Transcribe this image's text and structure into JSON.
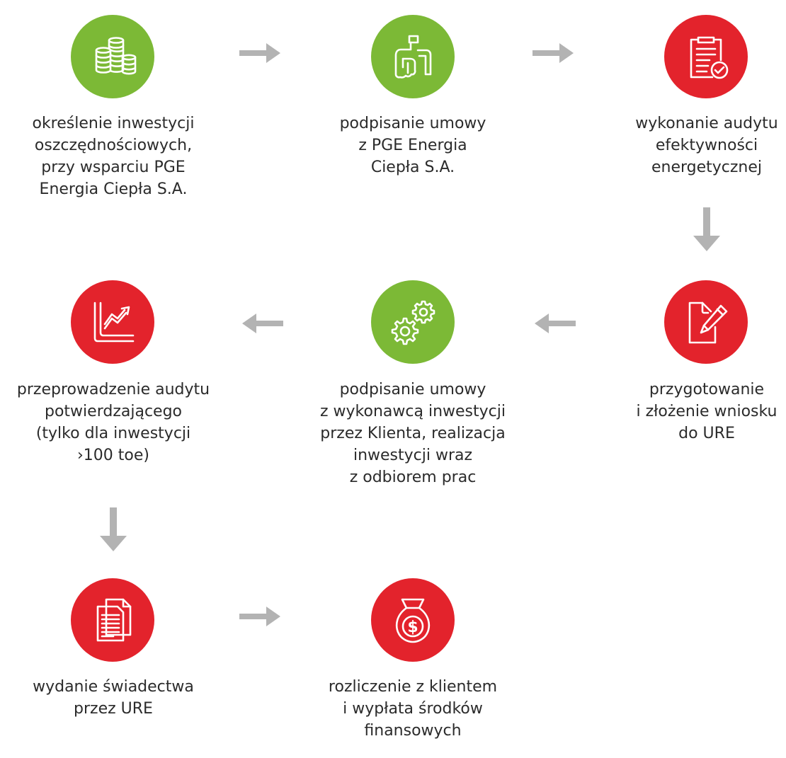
{
  "colors": {
    "green": "#7cb936",
    "red": "#e3232c",
    "arrow": "#b3b3b3",
    "text": "#2b2b2b"
  },
  "steps": [
    {
      "icon": "coins-icon",
      "color": "green",
      "lines": [
        "określenie inwestycji",
        "oszczędnościowych,",
        "przy wsparciu PGE",
        "Energia Ciepła S.A."
      ]
    },
    {
      "icon": "handshake-icon",
      "color": "green",
      "lines": [
        "podpisanie umowy",
        "z PGE Energia",
        "Ciepła S.A."
      ]
    },
    {
      "icon": "clipboard-check-icon",
      "color": "red",
      "lines": [
        "wykonanie audytu",
        "efektywności",
        "energetycznej"
      ]
    },
    {
      "icon": "document-pen-icon",
      "color": "red",
      "lines": [
        "przygotowanie",
        "i złożenie wniosku",
        "do URE"
      ]
    },
    {
      "icon": "gears-icon",
      "color": "green",
      "lines": [
        "podpisanie umowy",
        "z wykonawcą inwestycji",
        "przez Klienta, realizacja",
        "inwestycji wraz",
        "z odbiorem prac"
      ]
    },
    {
      "icon": "growth-chart-icon",
      "color": "red",
      "lines": [
        "przeprowadzenie audytu",
        "potwierdzającego",
        "(tylko dla inwestycji",
        "›100 toe)"
      ]
    },
    {
      "icon": "documents-icon",
      "color": "red",
      "lines": [
        "wydanie świadectwa",
        "przez URE"
      ]
    },
    {
      "icon": "money-bag-icon",
      "color": "red",
      "lines": [
        "rozliczenie z klientem",
        "i wypłata środków",
        "finansowych"
      ]
    }
  ]
}
